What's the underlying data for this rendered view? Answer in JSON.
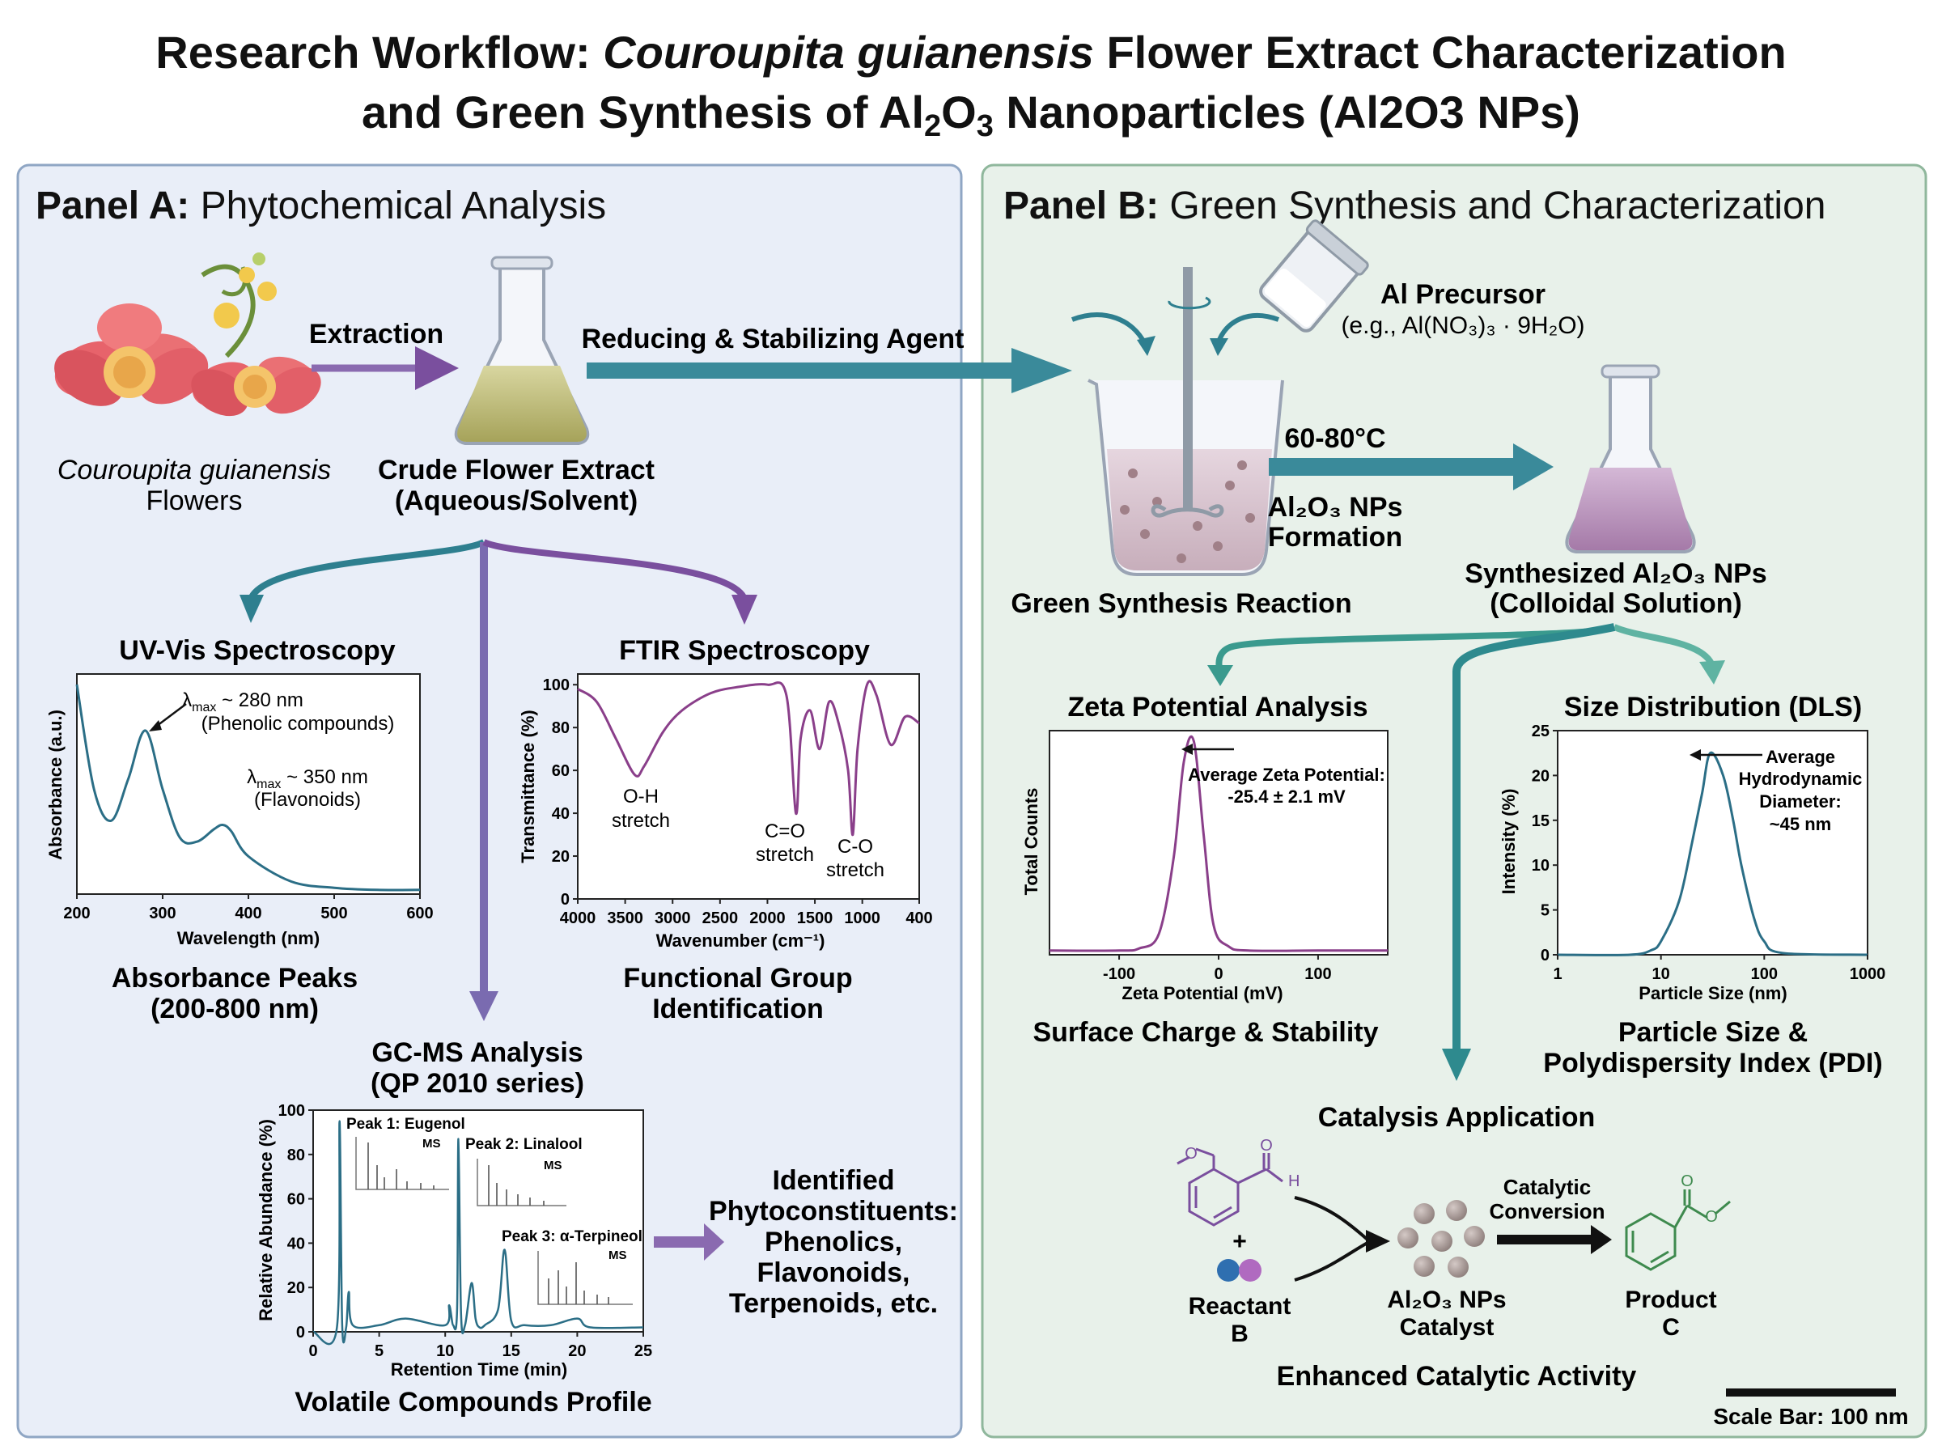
{
  "title": {
    "line1_pre": "Research Workflow: ",
    "line1_italic": "Couroupita guianensis",
    "line1_post": " Flower Extract Characterization",
    "line2_pre": "and Green Synthesis of Al",
    "line2_sub1": "2",
    "line2_mid": "O",
    "line2_sub2": "3",
    "line2_post": " Nanoparticles (Al2O3 NPs)"
  },
  "panel_a": {
    "heading_bold": "Panel A:",
    "heading_rest": " Phytochemical Analysis",
    "flower_label_1": "Couroupita guianensis",
    "flower_label_2": "Flowers",
    "extraction_label": "Extraction",
    "extract_label_1": "Crude Flower Extract",
    "extract_label_2": "(Aqueous/Solvent)",
    "reducing_label": "Reducing & Stabilizing Agent",
    "uv": {
      "title": "UV-Vis Spectroscopy",
      "ylabel": "Absorbance (a.u.)",
      "xlabel": "Wavelength (nm)",
      "xticks": [
        "200",
        "300",
        "400",
        "500",
        "600"
      ],
      "peak1_lambda": "λ",
      "peak1_sub": "max",
      "peak1_val": " ~ 280 nm",
      "peak1_desc": "(Phenolic compounds)",
      "peak2_lambda": "λ",
      "peak2_sub": "max",
      "peak2_val": " ~ 350 nm",
      "peak2_desc": "(Flavonoids)",
      "caption_1": "Absorbance Peaks",
      "caption_2": "(200-800 nm)"
    },
    "ftir": {
      "title": "FTIR Spectroscopy",
      "ylabel": "Transmittance (%)",
      "xlabel": "Wavenumber (cm⁻¹)",
      "yticks": [
        "100",
        "80",
        "60",
        "40",
        "20",
        "0"
      ],
      "xticks": [
        "4000",
        "3500",
        "3000",
        "2500",
        "2000",
        "1500",
        "1000",
        "400"
      ],
      "oh_1": "O-H",
      "oh_2": "stretch",
      "co_1": "C=O",
      "co_2": "stretch",
      "c_o_1": "C-O",
      "c_o_2": "stretch",
      "caption_1": "Functional Group",
      "caption_2": "Identification"
    },
    "gcms": {
      "title_1": "GC-MS Analysis",
      "title_2": "(QP 2010 series)",
      "ylabel": "Relative Abundance (%)",
      "xlabel": "Retention Time (min)",
      "yticks": [
        "100",
        "80",
        "60",
        "40",
        "20",
        "0"
      ],
      "xticks": [
        "0",
        "5",
        "10",
        "15",
        "20",
        "25"
      ],
      "peak1": "Peak 1: Eugenol",
      "peak2": "Peak 2: Linalool",
      "peak3": "Peak 3: α-Terpineol",
      "ms": "MS",
      "caption": "Volatile Compounds Profile"
    },
    "identified": [
      "Identified",
      "Phytoconstituents:",
      "Phenolics,",
      "Flavonoids,",
      "Terpenoids, etc."
    ]
  },
  "panel_b": {
    "heading_bold": "Panel B:",
    "heading_rest": " Green Synthesis and Characterization",
    "precursor_1": "Al Precursor",
    "precursor_2": "(e.g., Al(NO₃)₃ · 9H₂O)",
    "temp": "60-80°C",
    "formation_1": "Al₂O₃ NPs",
    "formation_2": "Formation",
    "reaction_label": "Green Synthesis Reaction",
    "synth_1": "Synthesized Al₂O₃ NPs",
    "synth_2": "(Colloidal Solution)",
    "zeta": {
      "title": "Zeta Potential Analysis",
      "ylabel": "Total Counts",
      "xlabel": "Zeta Potential (mV)",
      "xticks": [
        "-100",
        "0",
        "100"
      ],
      "annot_1": "Average Zeta Potential:",
      "annot_2": "-25.4 ± 2.1 mV",
      "caption": "Surface Charge & Stability"
    },
    "dls": {
      "title": "Size Distribution (DLS)",
      "ylabel": "Intensity (%)",
      "xlabel": "Particle Size (nm)",
      "yticks": [
        "25",
        "20",
        "15",
        "10",
        "5",
        "0"
      ],
      "xticks": [
        "1",
        "10",
        "100",
        "1000"
      ],
      "annot": [
        "Average",
        "Hydrodynamic",
        "Diameter:",
        "~45 nm"
      ],
      "caption_1": "Particle Size &",
      "caption_2": "Polydispersity Index (PDI)"
    },
    "catalysis": {
      "title": "Catalysis Application",
      "plus": "+",
      "reactant_1": "Reactant",
      "reactant_2": "B",
      "catalyst_1": "Al₂O₃ NPs",
      "catalyst_2": "Catalyst",
      "conv_1": "Catalytic",
      "conv_2": "Conversion",
      "product_1": "Product",
      "product_2": "C",
      "o_label": "O",
      "h_label": "H",
      "caption": "Enhanced Catalytic Activity"
    },
    "scale_bar": "Scale Bar: 100 nm"
  },
  "colors": {
    "panel_a_bg": "#e9eef8",
    "panel_a_border": "#8fa6c4",
    "panel_b_bg": "#e8f1ea",
    "panel_b_border": "#8fb79c",
    "teal": "#2e7f8f",
    "purple": "#7a4f9e",
    "uv_line": "#2b6e86",
    "ftir_line": "#8a3f8a"
  },
  "chart_data": [
    {
      "type": "line",
      "title": "UV-Vis Spectroscopy",
      "xlabel": "Wavelength (nm)",
      "ylabel": "Absorbance (a.u.)",
      "xlim": [
        200,
        600
      ],
      "x": [
        200,
        220,
        240,
        260,
        280,
        300,
        320,
        340,
        360,
        370,
        380,
        400,
        450,
        500,
        550,
        600
      ],
      "y": [
        1.0,
        0.5,
        0.35,
        0.55,
        0.78,
        0.5,
        0.27,
        0.25,
        0.31,
        0.33,
        0.3,
        0.18,
        0.06,
        0.03,
        0.02,
        0.02
      ]
    },
    {
      "type": "line",
      "title": "FTIR Spectroscopy",
      "xlabel": "Wavenumber (cm⁻¹)",
      "ylabel": "Transmittance (%)",
      "xlim": [
        4000,
        400
      ],
      "ylim": [
        0,
        100
      ],
      "x": [
        4000,
        3800,
        3600,
        3400,
        3300,
        3100,
        2900,
        2600,
        2300,
        2000,
        1800,
        1700,
        1650,
        1550,
        1450,
        1350,
        1250,
        1150,
        1100,
        1050,
        950,
        850,
        700,
        550,
        400
      ],
      "y": [
        98,
        92,
        75,
        58,
        62,
        78,
        88,
        96,
        99,
        100,
        95,
        40,
        75,
        88,
        70,
        92,
        82,
        60,
        30,
        70,
        100,
        95,
        72,
        85,
        82
      ]
    },
    {
      "type": "line",
      "title": "GC-MS Analysis",
      "xlabel": "Retention Time (min)",
      "ylabel": "Relative Abundance (%)",
      "xlim": [
        0,
        25
      ],
      "ylim": [
        0,
        100
      ],
      "x": [
        0,
        1.8,
        2.0,
        2.2,
        2.5,
        2.7,
        3,
        5,
        7,
        10,
        10.3,
        10.6,
        10.9,
        11.0,
        11.2,
        11.5,
        12.0,
        12.3,
        12.6,
        13,
        14.0,
        14.5,
        15.0,
        16.0,
        18.0,
        20.0,
        21.0,
        25.0
      ],
      "y": [
        0,
        2,
        95,
        3,
        2,
        18,
        3,
        3,
        6,
        3,
        12,
        3,
        10,
        87,
        8,
        3,
        22,
        6,
        2,
        3,
        10,
        37,
        5,
        3,
        3,
        6,
        2,
        2
      ]
    },
    {
      "type": "line",
      "title": "Zeta Potential Analysis",
      "xlabel": "Zeta Potential (mV)",
      "ylabel": "Total Counts",
      "xlim": [
        -170,
        170
      ],
      "x": [
        -170,
        -100,
        -80,
        -60,
        -45,
        -35,
        -25,
        -15,
        -5,
        10,
        30,
        100,
        170
      ],
      "y": [
        0,
        0,
        1,
        8,
        45,
        90,
        100,
        55,
        12,
        2,
        0,
        0,
        0
      ]
    },
    {
      "type": "line",
      "title": "Size Distribution (DLS)",
      "xlabel": "Particle Size (nm)",
      "ylabel": "Intensity (%)",
      "ylim": [
        0,
        25
      ],
      "xscale": "log",
      "x": [
        1,
        5,
        8,
        10,
        15,
        20,
        25,
        30,
        40,
        50,
        60,
        80,
        100,
        150,
        1000
      ],
      "y": [
        0,
        0,
        0.5,
        1.5,
        6,
        12.5,
        18,
        22.5,
        20,
        15,
        10,
        4,
        1.5,
        0.2,
        0
      ]
    }
  ]
}
